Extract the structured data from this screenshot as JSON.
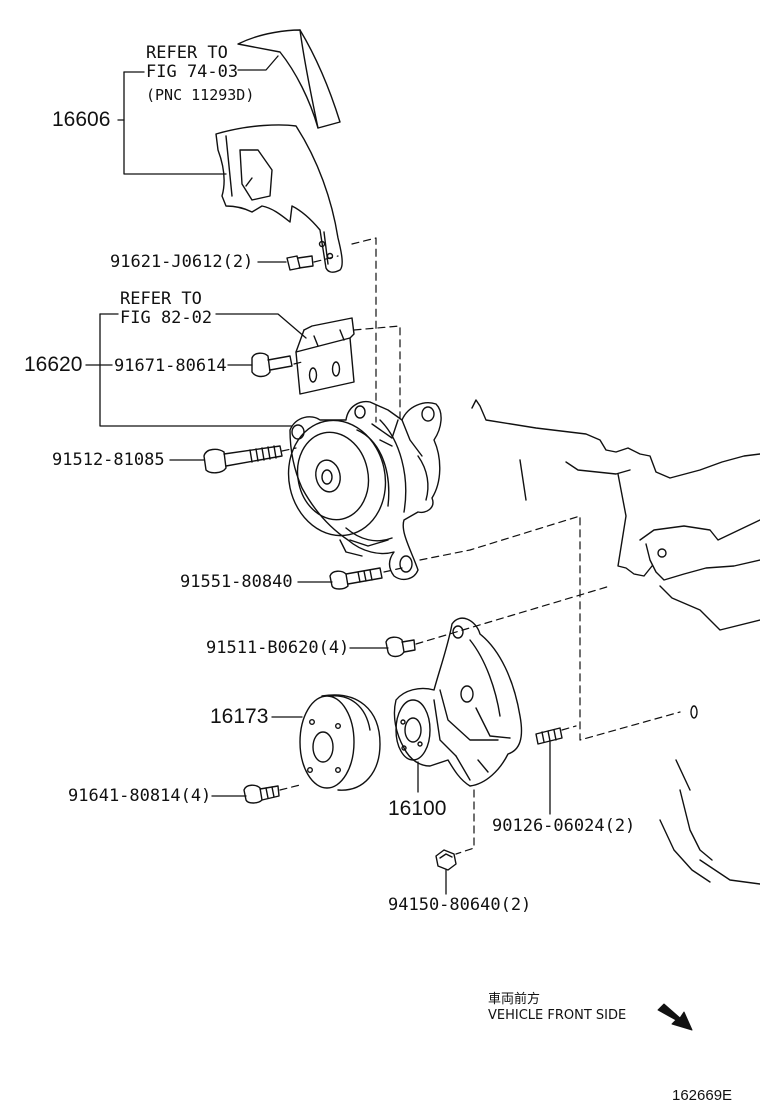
{
  "callouts": {
    "p16606": "16606",
    "ref_fig74_line1": "REFER TO",
    "ref_fig74_line2": "FIG 74-03",
    "ref_fig74_pnc": "(PNC 11293D)",
    "p91621": "91621-J0612(2)",
    "ref_fig82_line1": "REFER TO",
    "ref_fig82_line2": "FIG 82-02",
    "p16620": "16620",
    "p91671": "91671-80614",
    "p91512": "91512-81085",
    "p91551": "91551-80840",
    "p91511": "91511-B0620(4)",
    "p16173": "16173",
    "p91641": "91641-80814(4)",
    "p16100": "16100",
    "p90126": "90126-06024(2)",
    "p94150": "94150-80640(2)"
  },
  "front_indicator": {
    "japanese": "車両前方",
    "english": "VEHICLE FRONT SIDE",
    "arrow_icon": "arrow-down-right-icon"
  },
  "diagram_id": "162669E"
}
